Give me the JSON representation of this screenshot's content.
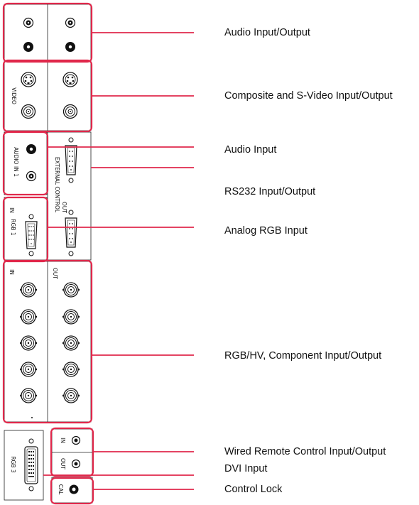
{
  "colors": {
    "highlight": "#e0284b",
    "outline": "#222222"
  },
  "callouts": [
    "Audio Input/Output",
    "Composite and S-Video Input/Output",
    "Audio Input",
    "RS232 Input/Output",
    "Analog RGB Input",
    "RGB/HV, Component Input/Output",
    "Wired Remote Control Input/Output",
    "DVI Input",
    "Control Lock"
  ],
  "panel_labels": {
    "video": "VIDEO",
    "audio_in_1": "AUDIO IN 1",
    "external_control": "EXTERNAL CONTROL",
    "out": "OUT",
    "in": "IN",
    "rgb_1": "RGB 1",
    "rgb_3": "RGB 3",
    "cal": "CAL"
  }
}
